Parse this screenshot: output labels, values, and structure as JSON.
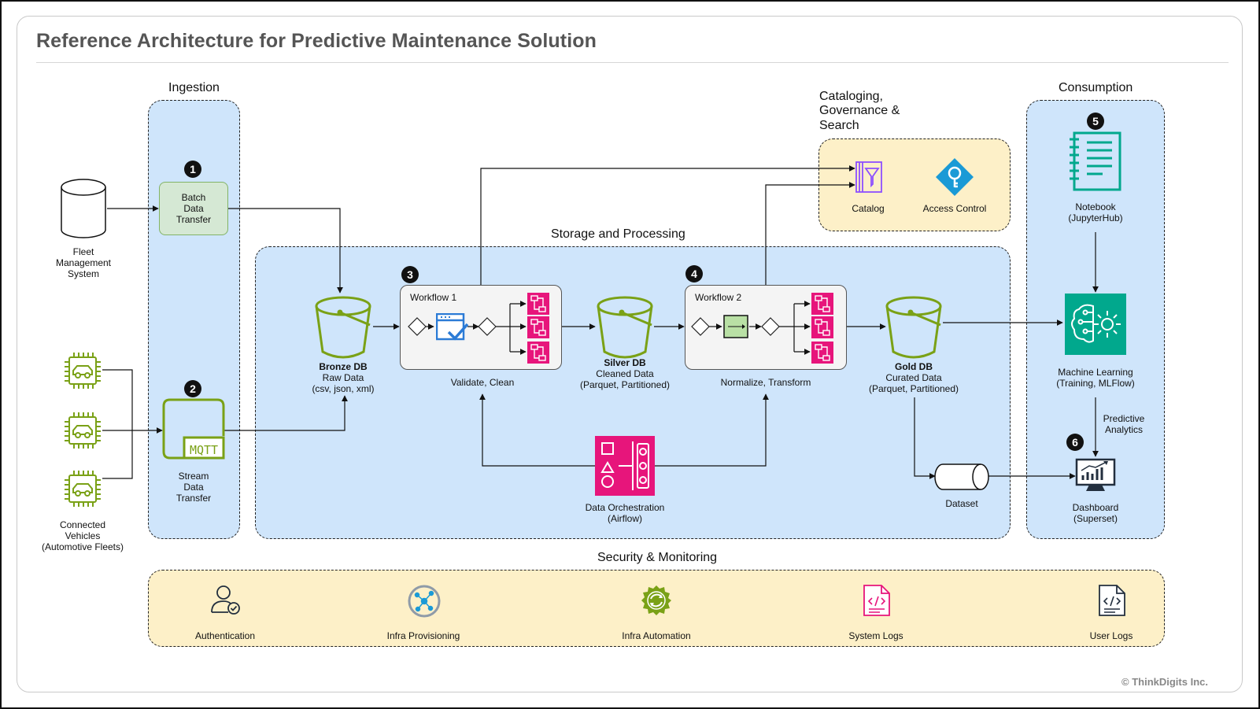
{
  "title": "Reference Architecture for Predictive Maintenance Solution",
  "copyright": "© ThinkDigits Inc.",
  "sections": {
    "ingestion": "Ingestion",
    "storage": "Storage and Processing",
    "catalog_line1": "Cataloging,",
    "catalog_line2": "Governance &",
    "catalog_line3": "Search",
    "consumption": "Consumption",
    "security": "Security & Monitoring"
  },
  "sources": {
    "fleet": [
      "Fleet",
      "Management",
      "System"
    ],
    "vehicles": [
      "Connected",
      "Vehicles",
      "(Automotive Fleets)"
    ]
  },
  "ingestion": {
    "batch": [
      "Batch",
      "Data",
      "Transfer"
    ],
    "stream": [
      "Stream",
      "Data",
      "Transfer"
    ],
    "mqtt": "MQTT"
  },
  "badges": [
    "1",
    "2",
    "3",
    "4",
    "5",
    "6"
  ],
  "storage": {
    "bronze": {
      "name": "Bronze DB",
      "line1": "Raw Data",
      "line2": "(csv, json, xml)"
    },
    "silver": {
      "name": "Silver DB",
      "line1": "Cleaned Data",
      "line2": "(Parquet, Partitioned)"
    },
    "gold": {
      "name": "Gold DB",
      "line1": "Curated Data",
      "line2": "(Parquet, Partitioned)"
    },
    "workflow1": {
      "title": "Workflow 1",
      "caption": "Validate, Clean"
    },
    "workflow2": {
      "title": "Workflow 2",
      "caption": "Normalize, Transform"
    },
    "orchestration": [
      "Data Orchestration",
      "(Airflow)"
    ],
    "dataset": "Dataset"
  },
  "catalog": {
    "catalog": "Catalog",
    "access": "Access Control"
  },
  "consumption": {
    "notebook": [
      "Notebook",
      "(JupyterHub)"
    ],
    "ml": [
      "Machine Learning",
      "(Training, MLFlow)"
    ],
    "predictive": [
      "Predictive",
      "Analytics"
    ],
    "dashboard": [
      "Dashboard",
      "(Superset)"
    ]
  },
  "security": {
    "auth": "Authentication",
    "infra_prov": "Infra Provisioning",
    "infra_auto": "Infra Automation",
    "system_logs": "System Logs",
    "user_logs": "User Logs"
  },
  "colors": {
    "zone_blue": "#cfe5fb",
    "zone_yellow": "#fdf0c8",
    "bucket_green": "#7aa116",
    "magenta": "#e7157b",
    "teal": "#01a88d",
    "purple": "#8c4fff",
    "aws_blue": "#1a9ad6"
  }
}
